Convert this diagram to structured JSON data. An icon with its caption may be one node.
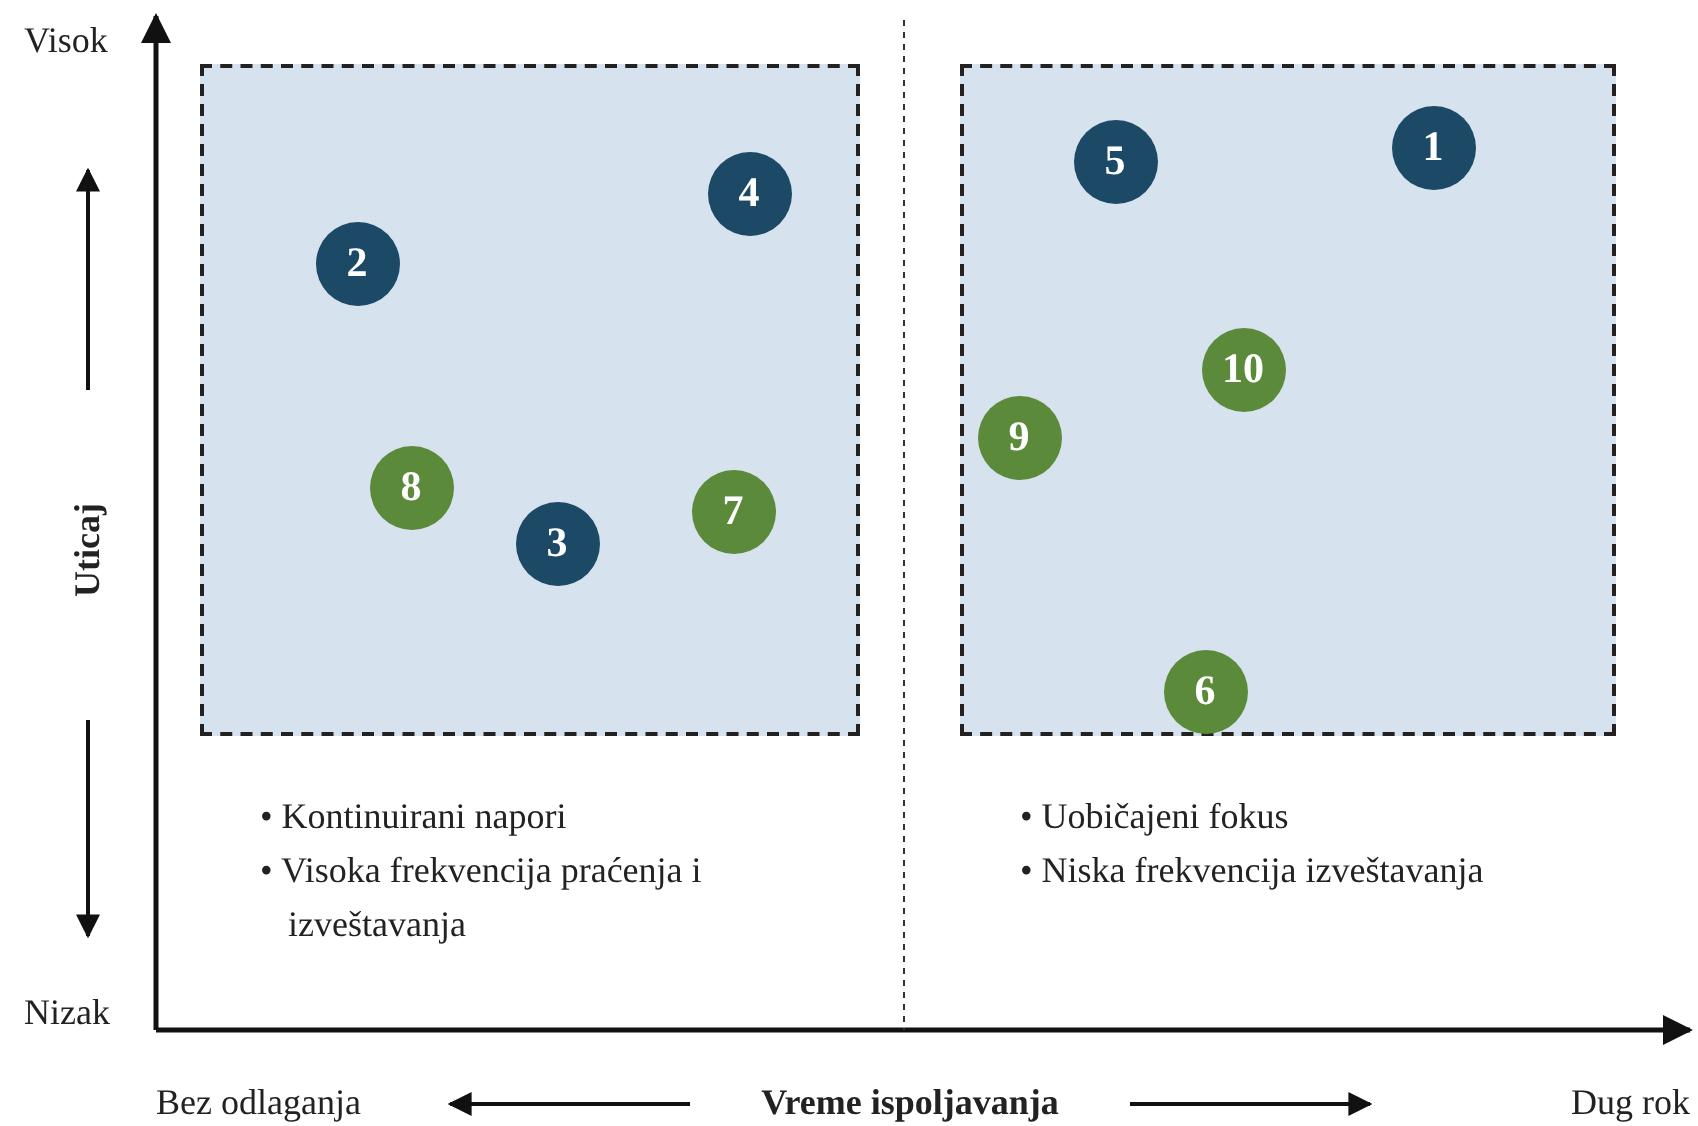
{
  "diagram": {
    "nodes": [
      {
        "text": [],
        "shape": "box",
        "beside": [
          "• Kontinuirani napori",
          "• Visoka frekvencija praćenja i izveštavanja"
        ]
      },
      {
        "text": [
          "4"
        ],
        "in": 0
      },
      {
        "text": [
          "2"
        ],
        "in": 0
      },
      {
        "text": [
          "8"
        ],
        "in": 0
      },
      {
        "text": [
          "7"
        ],
        "in": 0
      },
      {
        "text": [
          "3"
        ],
        "in": 0
      },
      {
        "text": [],
        "shape": "box",
        "beside": [
          "• Uobičajeni fokus",
          "• Niska frekvencija izveštavanja"
        ]
      },
      {
        "text": [
          "1"
        ],
        "in": 6
      },
      {
        "text": [
          "5"
        ],
        "in": 6
      },
      {
        "text": [
          "10"
        ],
        "in": 6
      },
      {
        "text": [
          "9"
        ],
        "in": 6
      },
      {
        "text": [
          "6"
        ],
        "in": 6
      }
    ],
    "edges": [],
    "labels": [
      "Visok",
      "Uticaj",
      "Nizak",
      "Bez odlaganja",
      "Vreme ispoljavanja",
      "Dug rok"
    ]
  }
}
